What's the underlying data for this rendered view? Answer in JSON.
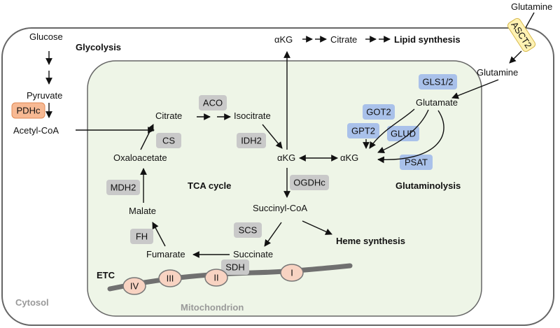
{
  "compartments": {
    "cytosol": "Cytosol",
    "mitochondrion": "Mitochondrion"
  },
  "pathways": {
    "glycolysis": "Glycolysis",
    "tca_cycle": "TCA cycle",
    "glutaminolysis": "Glutaminolysis",
    "lipid_synthesis": "Lipid synthesis",
    "heme_synthesis": "Heme synthesis",
    "etc": "ETC"
  },
  "metabolites": {
    "glucose": "Glucose",
    "pyruvate": "Pyruvate",
    "acetyl_coa": "Acetyl-CoA",
    "citrate_mito": "Citrate",
    "isocitrate": "Isocitrate",
    "akg_mito": "αKG",
    "akg_top": "αKG",
    "citrate_top": "Citrate",
    "akg_gln": "αKG",
    "oxaloacetate": "Oxaloacetate",
    "malate": "Malate",
    "fumarate": "Fumarate",
    "succinate": "Succinate",
    "succinyl_coa": "Succinyl-CoA",
    "glutamine_out": "Glutamine",
    "glutamine_in": "Glutamine",
    "glutamate": "Glutamate"
  },
  "enzymes": {
    "pdhc": "PDHc",
    "aco": "ACO",
    "cs": "CS",
    "idh2": "IDH2",
    "ogdhc": "OGDHc",
    "mdh2": "MDH2",
    "fh": "FH",
    "scs": "SCS",
    "sdh": "SDH",
    "asct2": "ASCT2",
    "gls": "GLS1/2",
    "got2": "GOT2",
    "gpt2": "GPT2",
    "glud": "GLUD",
    "psat": "PSAT"
  },
  "complexes": {
    "c1": "I",
    "c2": "II",
    "c3": "III",
    "c4": "IV"
  },
  "colors": {
    "mito_fill": "#eef5e7",
    "gray_box": "#c9c9c9",
    "blue_box": "#a9c1ea",
    "orange_box": "#f7b993",
    "yellow_box": "#fff2b3",
    "complex_fill": "#f8d3c2",
    "membrane": "#707070"
  }
}
